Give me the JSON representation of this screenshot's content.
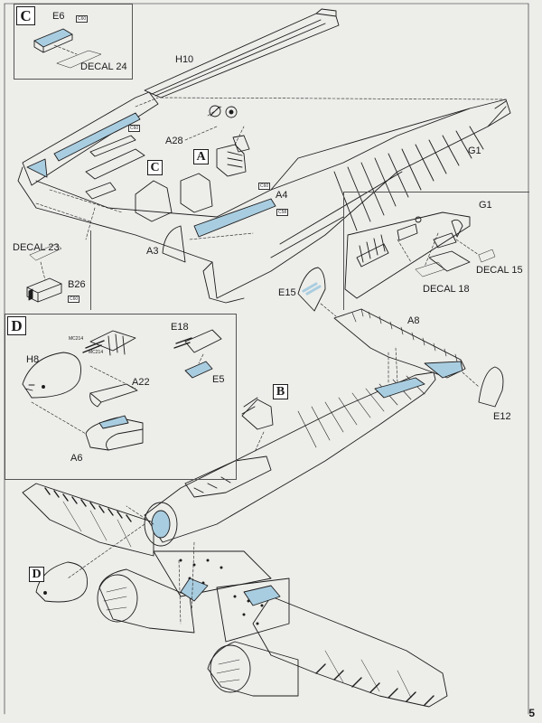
{
  "step_letters": {
    "inset_c_label": "C",
    "inset_d_label": "D",
    "marker_a": "A",
    "marker_c": "C",
    "marker_b": "B",
    "marker_d": "D"
  },
  "parts": {
    "e6": "E6",
    "h10": "H10",
    "a28": "A28",
    "g1_main": "G1",
    "g1_inset": "G1",
    "a4": "A4",
    "a3": "A3",
    "b26": "B26",
    "e15": "E15",
    "a8": "A8",
    "e18": "E18",
    "e5": "E5",
    "h8": "H8",
    "a22": "A22",
    "a6": "A6",
    "e12": "E12"
  },
  "decals": {
    "decal_24": "DECAL 24",
    "decal_23": "DECAL 23",
    "decal_15": "DECAL 15",
    "decal_18": "DECAL 18"
  },
  "codes": {
    "c60_e6": "C60",
    "c60_a28": "C60",
    "c60_a4": "C60",
    "c58_a4": "C58",
    "c60_b26": "C60",
    "mc214_a": "MC214",
    "mc214_b": "MC214"
  },
  "page_number": "5",
  "colors": {
    "paper": "#ededea",
    "line": "#1c1c1c",
    "highlight_blue": "#a9cde0"
  }
}
